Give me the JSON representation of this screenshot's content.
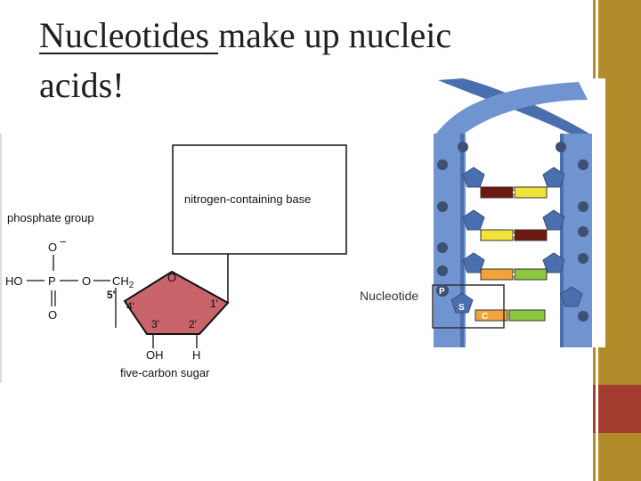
{
  "title": {
    "underlined": "Nucleotides ",
    "rest_line1": "make up nucleic",
    "line2": "acids!"
  },
  "structure": {
    "base_label": "nitrogen-containing base",
    "phosphate_label": "phosphate group",
    "sugar_label": "five-carbon sugar",
    "o_minus": "O",
    "minus_sign": "−",
    "ho": "HO",
    "p": "P",
    "o_bridge": "O",
    "ch": "CH",
    "ch_sub": "2",
    "o_double": "O",
    "c5": "5'",
    "c4": "4'",
    "c3": "3'",
    "c2": "2'",
    "c1": "1'",
    "ring_o": "O",
    "oh": "OH",
    "h": "H"
  },
  "helix": {
    "nucleotide_label": "Nucleotide",
    "p_letter": "P",
    "s_letter": "S",
    "c_letter": "C",
    "colors": {
      "backbone": "#6f94cf",
      "backbone_dark": "#4a6fae",
      "phosphate": "#3d4f73",
      "green": "#8dc63f",
      "yellow": "#f2e33b",
      "orange": "#f2a33b",
      "maroon": "#6e1a12"
    }
  },
  "colors": {
    "sugar_fill": "#c8646a",
    "accent_olive": "#b38a2a",
    "accent_red": "#a23c2e"
  }
}
